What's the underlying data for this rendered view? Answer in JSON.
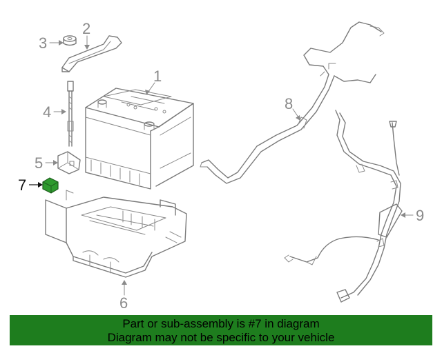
{
  "callouts": {
    "c1": "1",
    "c2": "2",
    "c3": "3",
    "c4": "4",
    "c5": "5",
    "c6": "6",
    "c7": "7",
    "c8": "8",
    "c9": "9"
  },
  "highlighted_part": "7",
  "colors": {
    "highlight_part": "#2e9a2e",
    "banner_bg": "#1e7d1e",
    "line_art": "#7a7a7a"
  },
  "banner": {
    "line1": "Part or sub-assembly is #7 in diagram",
    "line2": "Diagram may not be specific to your vehicle"
  }
}
